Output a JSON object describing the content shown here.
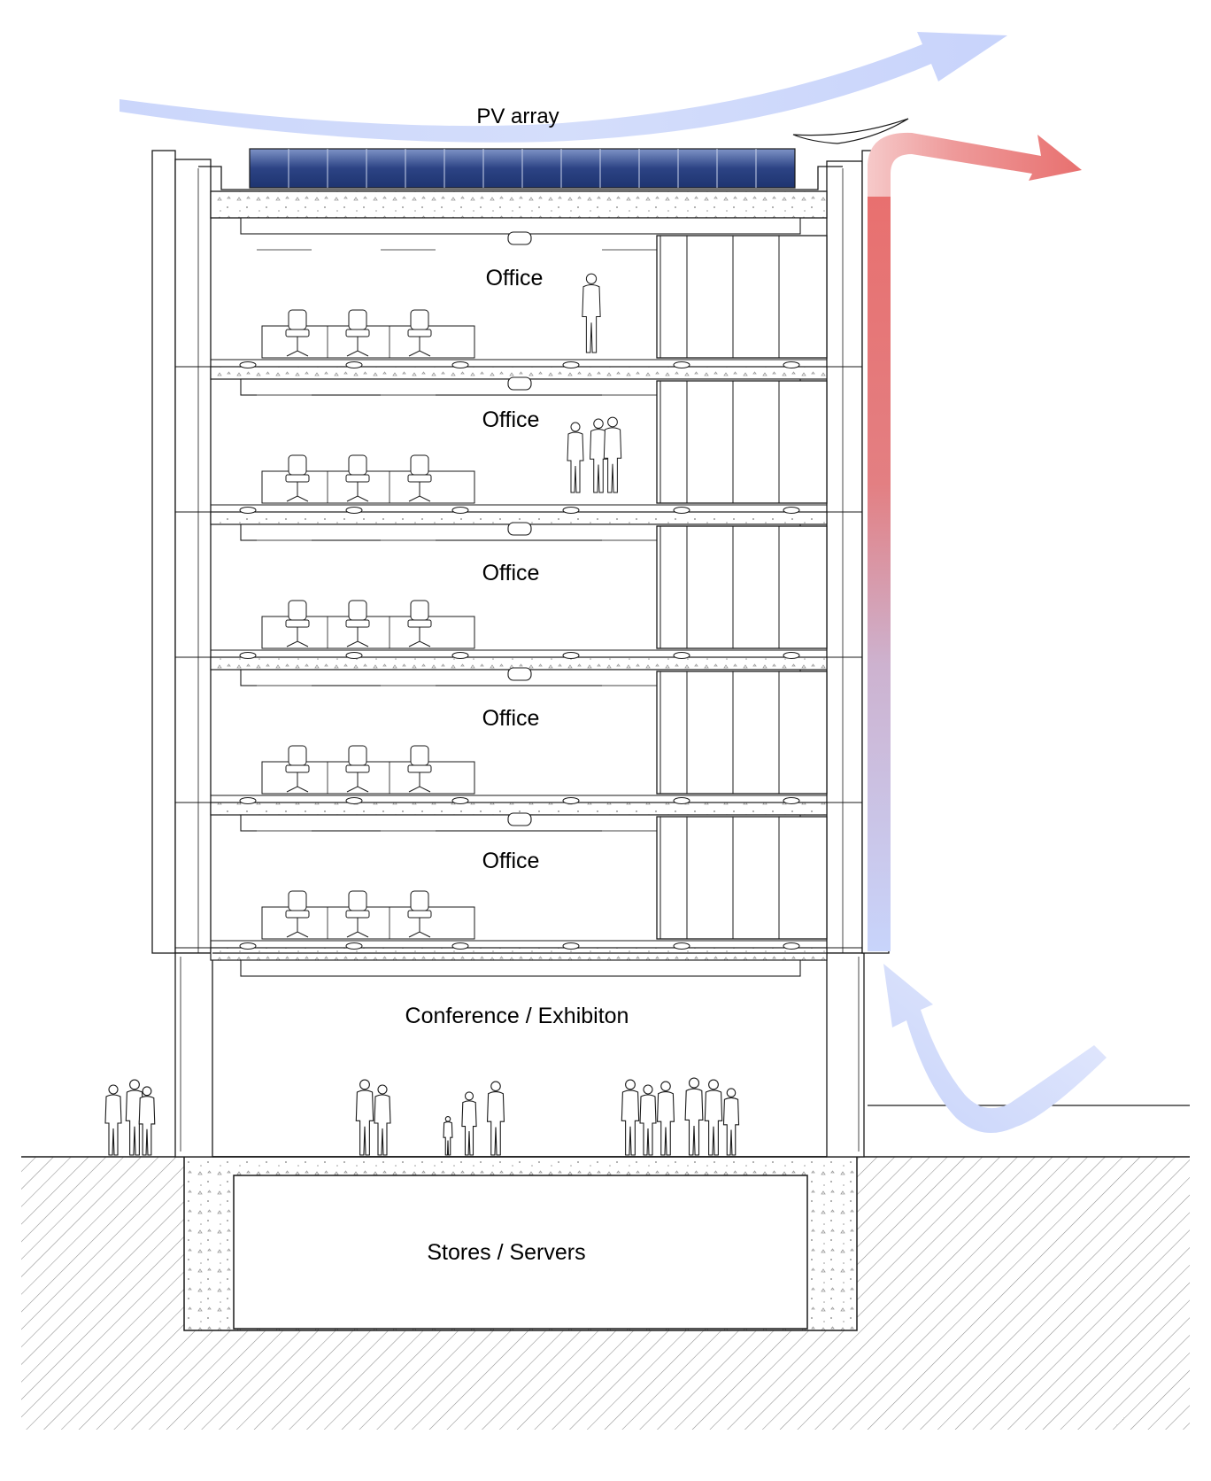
{
  "labels": {
    "pv_array": "PV array",
    "offices": [
      "Office",
      "Office",
      "Office",
      "Office",
      "Office"
    ],
    "conference": "Conference / Exhibiton",
    "stores": "Stores / Servers"
  },
  "colors": {
    "cold_air": "#c8d4fb",
    "warm_air": "#e8706f",
    "pv_panel_dark": "#1e3470",
    "pv_panel_light": "#7e93c6",
    "line": "#1a1a1a",
    "earth_hatch": "#8f8f8f"
  },
  "icons": {
    "cold_airflow": "arrow-right-curved",
    "warm_exhaust": "arrow-right-curved",
    "intake": "arrow-up-curved"
  }
}
